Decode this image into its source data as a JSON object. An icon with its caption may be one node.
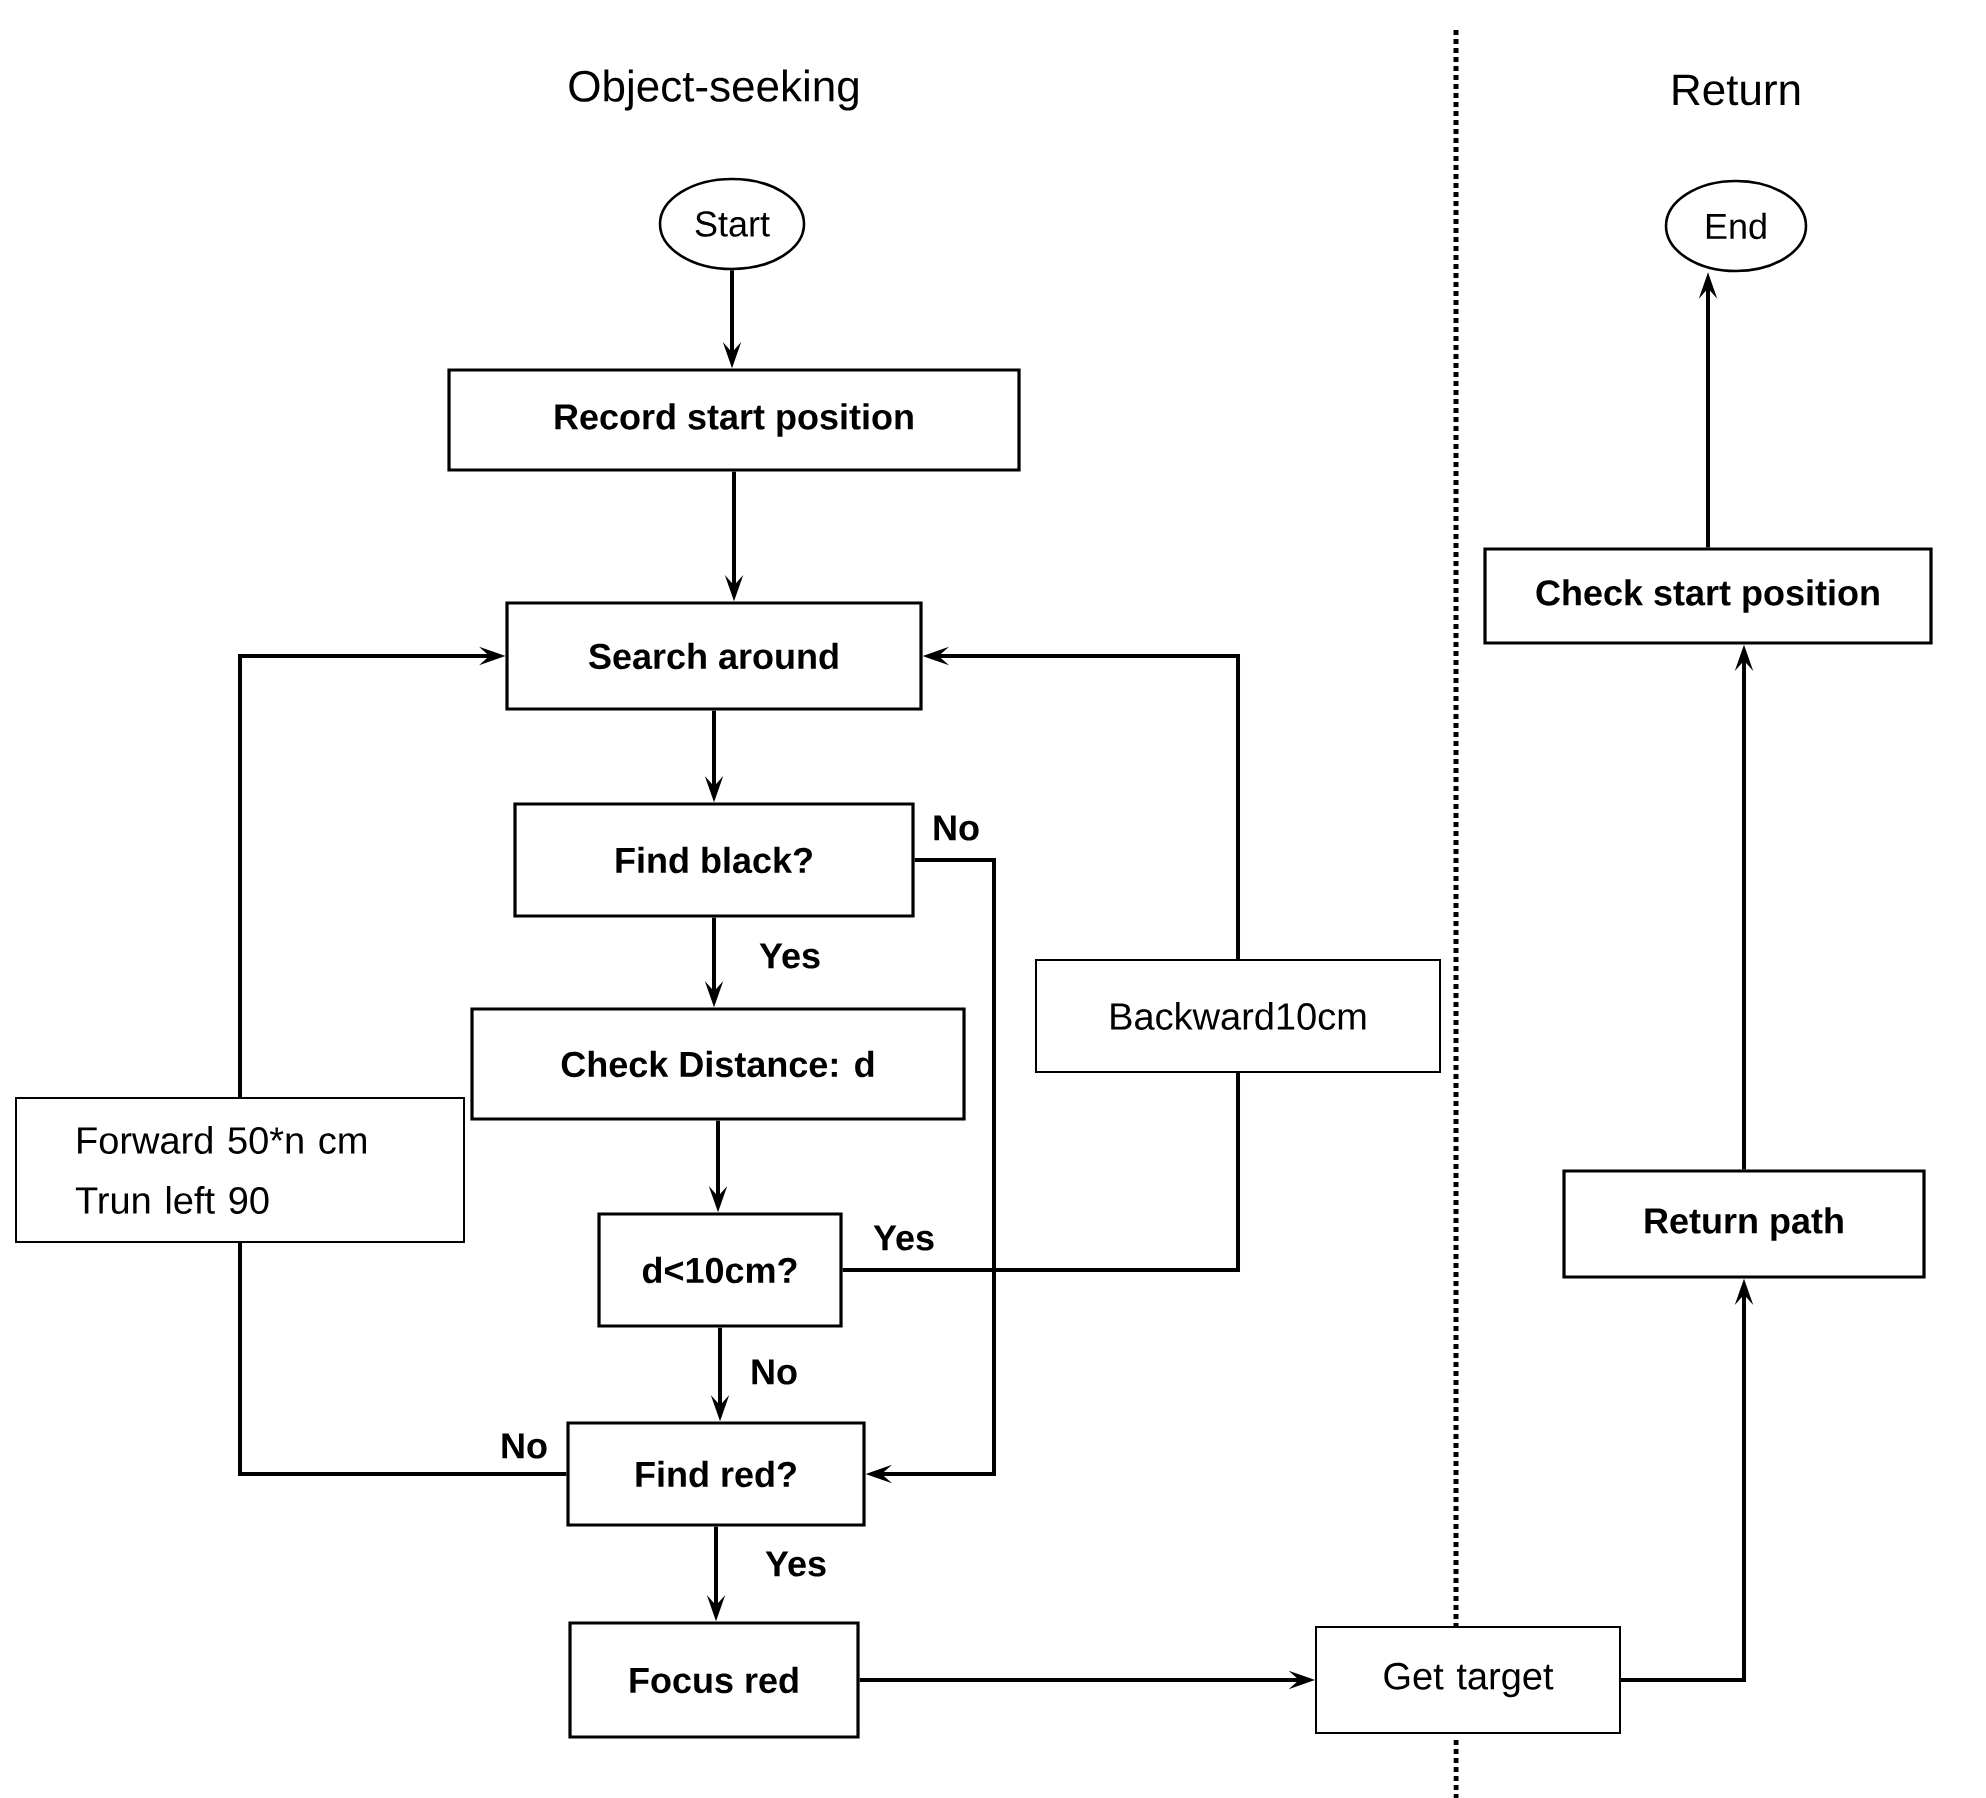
{
  "diagram": {
    "nodes": [
      {
        "text": [
          "Start"
        ]
      },
      {
        "text": [
          "Record start position"
        ]
      },
      {
        "text": [
          "Search around"
        ]
      },
      {
        "text": [
          "Find black?"
        ]
      },
      {
        "text": [
          "Check Distance: d"
        ]
      },
      {
        "text": [
          "d<10cm?"
        ]
      },
      {
        "text": [
          "Find red?"
        ]
      },
      {
        "text": [
          "Focus red"
        ]
      },
      {
        "text": [
          "Get target"
        ]
      },
      {
        "text": [
          "Return path"
        ]
      },
      {
        "text": [
          "Check start position"
        ]
      },
      {
        "text": [
          "End"
        ]
      },
      {
        "text": [
          "Forward 50*n cm Trun left 90"
        ]
      },
      {
        "text": [
          "Backward10cm"
        ]
      }
    ],
    "edges": [
      {
        "from": 0,
        "to": 1,
        "arrow": "to"
      },
      {
        "from": 1,
        "to": 2,
        "arrow": "to"
      },
      {
        "from": 2,
        "to": 3,
        "arrow": "to"
      },
      {
        "from": 3,
        "to": 4,
        "arrow": "to",
        "label": "Yes"
      },
      {
        "from": 4,
        "to": 5,
        "arrow": "to"
      },
      {
        "from": 5,
        "to": 6,
        "arrow": "to",
        "label": "No"
      },
      {
        "from": 3,
        "to": 6,
        "arrow": "to",
        "label": "No"
      },
      {
        "from": 5,
        "to": 13,
        "arrow": "none",
        "label": "Yes"
      },
      {
        "from": 13,
        "to": 2,
        "arrow": "to"
      },
      {
        "from": 6,
        "to": 12,
        "arrow": "none",
        "label": "No"
      },
      {
        "from": 12,
        "to": 2,
        "arrow": "to"
      },
      {
        "from": 6,
        "to": 7,
        "arrow": "to",
        "label": "Yes"
      },
      {
        "from": 7,
        "to": 8,
        "arrow": "to"
      },
      {
        "from": 8,
        "to": 9,
        "arrow": "to"
      },
      {
        "from": 9,
        "to": 10,
        "arrow": "to"
      },
      {
        "from": 10,
        "to": 11,
        "arrow": "to"
      }
    ],
    "labels": [
      "Object-seeking",
      "Return"
    ]
  }
}
